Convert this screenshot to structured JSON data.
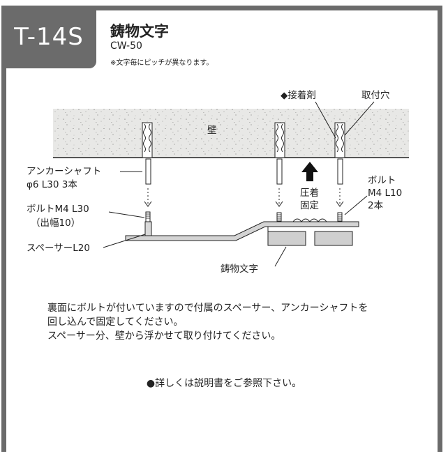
{
  "header": {
    "badge": "T-14S",
    "title": "鋳物文字",
    "code": "CW-50",
    "note": "※文字毎にピッチが異なります。"
  },
  "diagram": {
    "wall_label": "壁",
    "adhesive_label": "◆接着剤",
    "hole_label": "取付穴",
    "anchor_label_1": "アンカーシャフト",
    "anchor_label_2": "φ6 L30 3本",
    "bolt30_label_1": "ボルトM4 L30",
    "bolt30_label_2": "（出幅10）",
    "spacer_label": "スペーサーL20",
    "press_label_1": "圧着",
    "press_label_2": "固定",
    "bolt10_label_1": "ボルト",
    "bolt10_label_2": "M4 L10",
    "bolt10_label_3": "2本",
    "casting_label": "鋳物文字"
  },
  "description": {
    "line1": "裏面にボルトが付いていますので付属のスペーサー、アンカーシャフトを",
    "line2": "回し込んで固定してください。",
    "line3": "スペーサー分、壁から浮かせて取り付けてください。"
  },
  "reference": "●詳しくは説明書をご参照下さい。"
}
